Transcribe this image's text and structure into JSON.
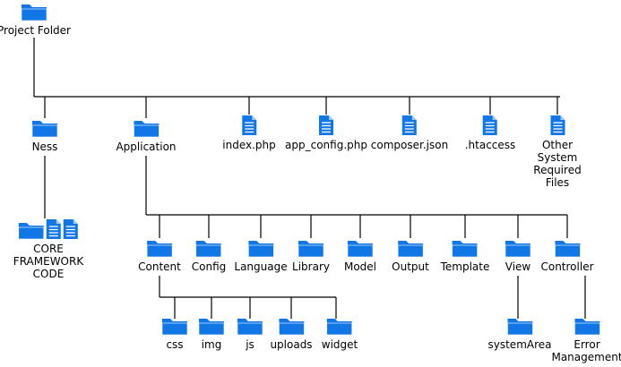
{
  "colors": {
    "folder": "#1177e6",
    "file": "#1177e6",
    "line": "#000000"
  },
  "root": {
    "label": "Project Folder",
    "icon": "folder-icon"
  },
  "level1": [
    {
      "key": "ness",
      "label": "Ness",
      "icon": "folder-icon"
    },
    {
      "key": "application",
      "label": "Application",
      "icon": "folder-icon"
    },
    {
      "key": "index",
      "label": "index.php",
      "icon": "file-icon"
    },
    {
      "key": "app_config",
      "label": "app_config.php",
      "icon": "file-icon"
    },
    {
      "key": "composer",
      "label": "composer.json",
      "icon": "file-icon"
    },
    {
      "key": "htaccess",
      "label": ".htaccess",
      "icon": "file-icon"
    },
    {
      "key": "other",
      "label_lines": [
        "Other System",
        "Required Files"
      ],
      "icon": "file-icon"
    }
  ],
  "core": {
    "label_lines": [
      "CORE",
      "FRAMEWORK",
      "CODE"
    ],
    "icons": [
      "folder-icon",
      "file-icon",
      "file-icon"
    ]
  },
  "application_children": [
    {
      "key": "content",
      "label": "Content",
      "icon": "folder-icon"
    },
    {
      "key": "config",
      "label": "Config",
      "icon": "folder-icon"
    },
    {
      "key": "language",
      "label": "Language",
      "icon": "folder-icon"
    },
    {
      "key": "library",
      "label": "Library",
      "icon": "folder-icon"
    },
    {
      "key": "model",
      "label": "Model",
      "icon": "folder-icon"
    },
    {
      "key": "output",
      "label": "Output",
      "icon": "folder-icon"
    },
    {
      "key": "template",
      "label": "Template",
      "icon": "folder-icon"
    },
    {
      "key": "view",
      "label": "View",
      "icon": "folder-icon"
    },
    {
      "key": "controller",
      "label": "Controller",
      "icon": "folder-icon"
    }
  ],
  "content_children": [
    {
      "key": "css",
      "label": "css",
      "icon": "folder-icon"
    },
    {
      "key": "img",
      "label": "img",
      "icon": "folder-icon"
    },
    {
      "key": "js",
      "label": "js",
      "icon": "folder-icon"
    },
    {
      "key": "uploads",
      "label": "uploads",
      "icon": "folder-icon"
    },
    {
      "key": "widget",
      "label": "widget",
      "icon": "folder-icon"
    }
  ],
  "view_child": {
    "label": "systemArea",
    "icon": "folder-icon"
  },
  "controller_child": {
    "label_lines": [
      "Error",
      "Management"
    ],
    "icon": "folder-icon"
  }
}
